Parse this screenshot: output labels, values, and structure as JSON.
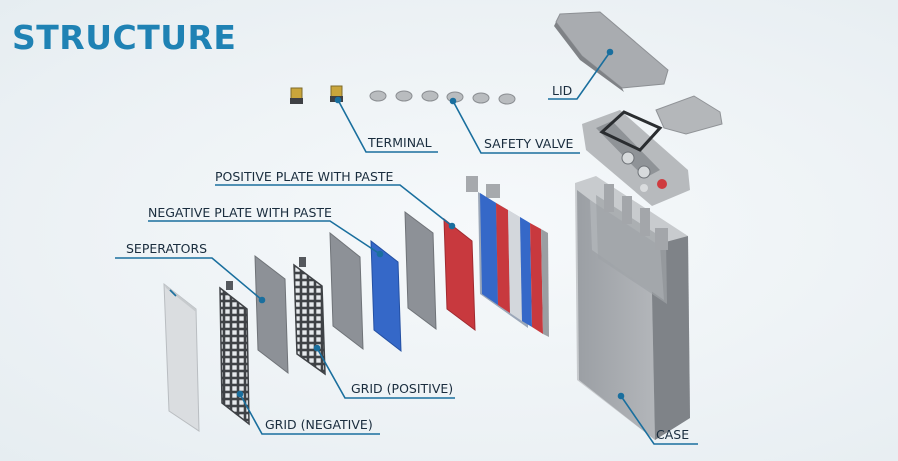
{
  "title": "STRUCTURE",
  "labels": {
    "lid": "LID",
    "terminal": "TERMINAL",
    "safety_valve": "SAFETY VALVE",
    "positive_plate": "POSITIVE PLATE WITH PASTE",
    "negative_plate": "NEGATIVE PLATE WITH PASTE",
    "separators": "SEPERATORS",
    "grid_positive": "GRID (POSITIVE)",
    "grid_negative": "GRID (NEGATIVE)",
    "case": "CASE"
  },
  "colors": {
    "title": "#1f82b4",
    "leader_line": "#1a6f9e",
    "positive_plate": "#c8393e",
    "negative_plate": "#3568c8",
    "plate_grey": "#8d9197"
  }
}
